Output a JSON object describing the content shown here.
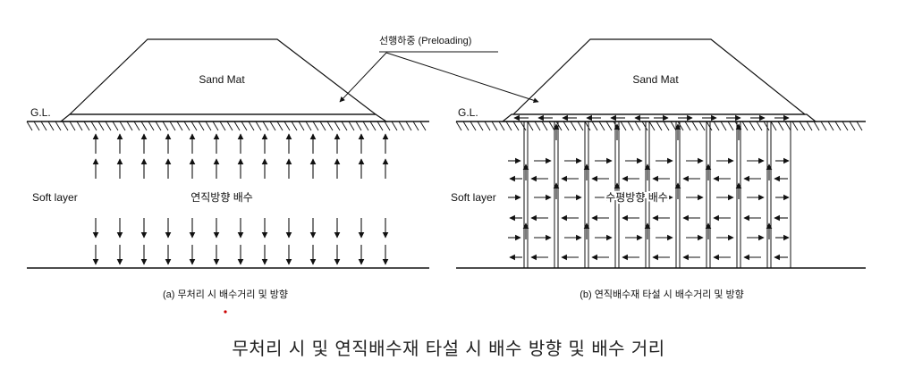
{
  "labels": {
    "preloading": "선행하중 (Preloading)",
    "sand_mat": "Sand Mat",
    "gl": "G.L.",
    "soft_layer": "Soft layer",
    "vertical_drainage": "연직방향 배수",
    "horizontal_drainage": "수평방향 배수",
    "subcaption_a": "(a) 무처리 시 배수거리 및 방향",
    "subcaption_b": "(b) 연직배수재 타설 시 배수거리 및 방향"
  },
  "caption": "무처리 시 및 연직배수재 타설 시 배수 방향 및 배수 거리",
  "colors": {
    "line": "#111111",
    "caption": "#222222",
    "accent_dot": "#cc0000"
  }
}
